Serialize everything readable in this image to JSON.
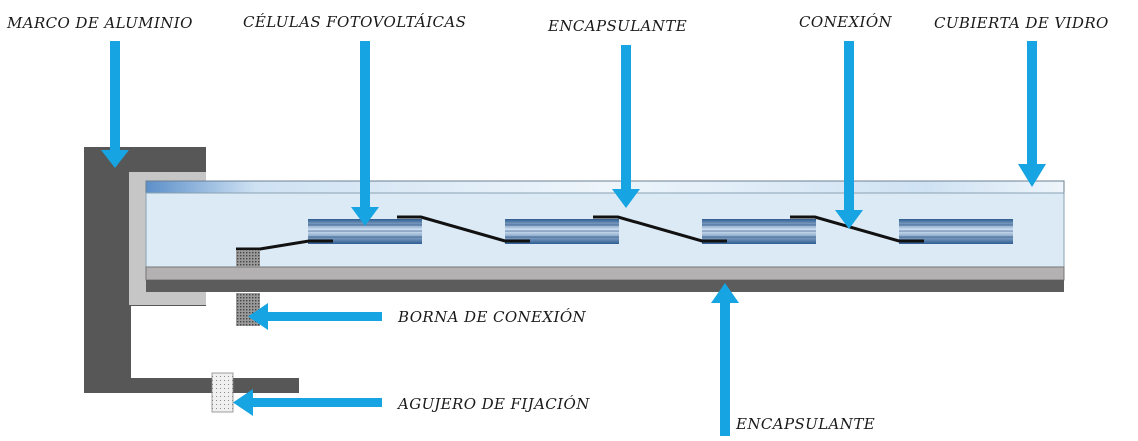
{
  "labels": {
    "marco": "MARCO DE ALUMINIO",
    "celulas": "CÉLULAS FOTOVOLTÁICAS",
    "encapsulante_top": "ENCAPSULANTE",
    "conexion": "CONEXIÓN",
    "cubierta": "CUBIERTA DE VIDRO",
    "borna": "BORNA DE CONEXIÓN",
    "agujero": "AGUJERO DE FIJACIÓN",
    "encapsulante_bottom": "ENCAPSULANTE"
  },
  "colors": {
    "arrow": "#17a4e2",
    "frame": "#555555",
    "frame_inner": "#c8c8c8",
    "glass": "#d7e9f5",
    "backsheet_light": "#b4b4b4",
    "backsheet_dark": "#5a5a5a",
    "cell_dark": "#2f5d92",
    "cell_light": "#a9c8e8",
    "wire": "#111111"
  },
  "icons": {
    "arrow": "arrow-down-icon",
    "arrow_left": "arrow-left-icon",
    "arrow_up": "arrow-up-icon"
  }
}
